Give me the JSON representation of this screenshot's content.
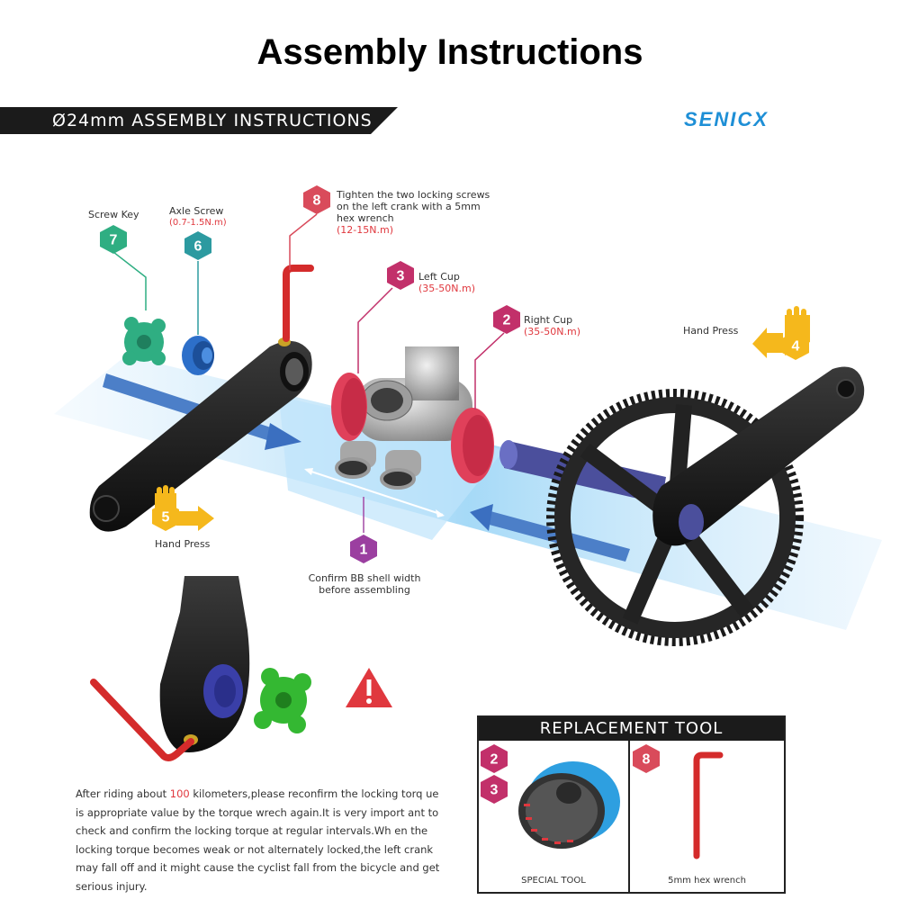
{
  "title": "Assembly Instructions",
  "banner": "Ø24mm ASSEMBLY INSTRUCTIONS",
  "brand": "SENICX",
  "steps": {
    "s1": {
      "num": "1",
      "line1": "Confirm BB shell width",
      "line2": "before assembling"
    },
    "s2": {
      "num": "2",
      "label": "Right Cup",
      "torque": "(35-50N.m)"
    },
    "s3": {
      "num": "3",
      "label": "Left Cup",
      "torque": "(35-50N.m)"
    },
    "s4": {
      "num": "4",
      "label": "Hand Press"
    },
    "s5": {
      "num": "5",
      "label": "Hand Press"
    },
    "s6": {
      "num": "6",
      "label": "Axle Screw",
      "torque": "(0.7-1.5N.m)"
    },
    "s7": {
      "num": "7",
      "label": "Screw Key"
    },
    "s8": {
      "num": "8",
      "line1": "Tighten the two locking screws",
      "line2": "on the left crank with a 5mm",
      "line3": "hex wrench",
      "torque": "(12-15N.m)"
    }
  },
  "warning": {
    "pre": "After riding about ",
    "km": "100",
    "post": " kilometers,please reconfirm the locking torq ue is appropriate value by the torque wrech again.It is very import ant to check and confirm the locking torque at regular intervals.Wh en the locking torque becomes weak or not alternately locked,the left crank may fall off and it might cause the cyclist fall from the bicycle and get serious injury."
  },
  "replacement": {
    "title": "REPLACEMENT TOOL",
    "special_badge_a": "2",
    "special_badge_b": "3",
    "special_caption": "SPECIAL TOOL",
    "hex_badge": "8",
    "hex_caption": "5mm hex wrench"
  },
  "colors": {
    "red": "#e0383e",
    "badge_red": "#d94b5b",
    "magenta": "#c2306a",
    "teal": "#2c9aa0",
    "green": "#2fae82",
    "yellow": "#f5b81c",
    "purple": "#9b3fa0",
    "brand_blue": "#1e8fd6"
  }
}
